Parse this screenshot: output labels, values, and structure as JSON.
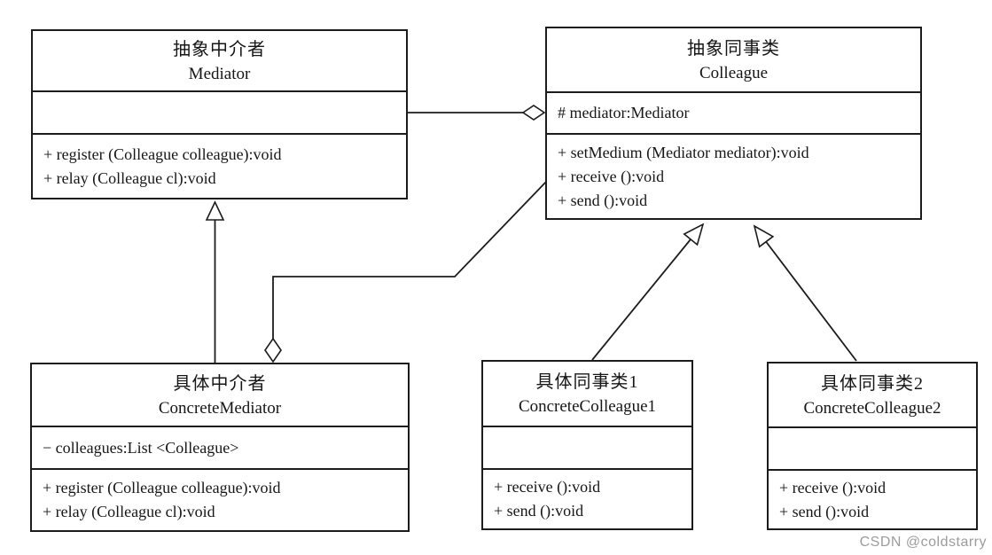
{
  "classes": [
    {
      "id": "mediator",
      "title_zh": "抽象中介者",
      "title_en": "Mediator",
      "attributes": [],
      "methods": [
        "+ register (Colleague colleague):void",
        "+ relay (Colleague cl):void"
      ]
    },
    {
      "id": "colleague",
      "title_zh": "抽象同事类",
      "title_en": "Colleague",
      "attributes": [
        "# mediator:Mediator"
      ],
      "methods": [
        "+ setMedium (Mediator mediator):void",
        "+ receive ():void",
        "+ send ():void"
      ]
    },
    {
      "id": "concrete-mediator",
      "title_zh": "具体中介者",
      "title_en": "ConcreteMediator",
      "attributes": [
        "− colleagues:List <Colleague>"
      ],
      "methods": [
        "+ register (Colleague colleague):void",
        "+ relay (Colleague cl):void"
      ]
    },
    {
      "id": "concrete-colleague-1",
      "title_zh": "具体同事类1",
      "title_en": "ConcreteColleague1",
      "attributes": [],
      "methods": [
        "+ receive ():void",
        "+ send ():void"
      ]
    },
    {
      "id": "concrete-colleague-2",
      "title_zh": "具体同事类2",
      "title_en": "ConcreteColleague2",
      "attributes": [],
      "methods": [
        "+ receive ():void",
        "+ send ():void"
      ]
    }
  ],
  "relationships": [
    {
      "type": "aggregation",
      "from": "Mediator",
      "to": "Colleague",
      "diamond_at": "Colleague"
    },
    {
      "type": "inheritance",
      "from": "ConcreteMediator",
      "to": "Mediator"
    },
    {
      "type": "aggregation",
      "from": "Colleague",
      "to": "ConcreteMediator",
      "diamond_at": "ConcreteMediator"
    },
    {
      "type": "inheritance",
      "from": "ConcreteColleague1",
      "to": "Colleague"
    },
    {
      "type": "inheritance",
      "from": "ConcreteColleague2",
      "to": "Colleague"
    }
  ],
  "watermark": "CSDN @coldstarry"
}
